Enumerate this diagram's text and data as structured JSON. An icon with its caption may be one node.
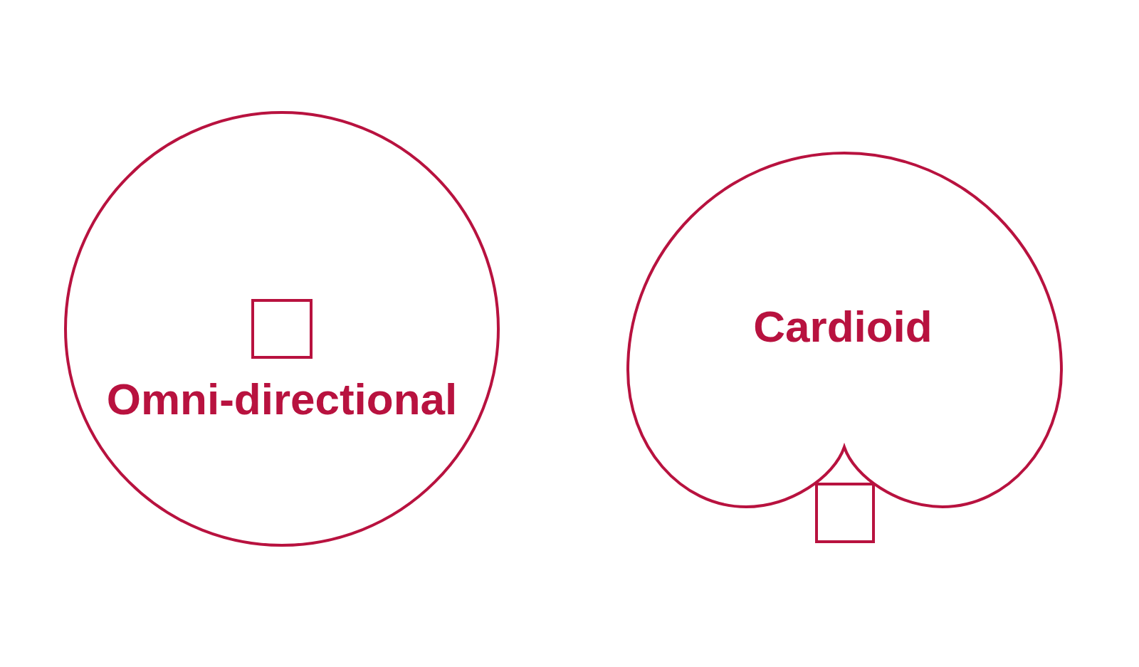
{
  "diagram": {
    "nodes": [
      {
        "text": [
          "Omni-directional"
        ]
      },
      {
        "text": [],
        "shape": "box",
        "in": 0
      },
      {
        "text": [
          "Cardioid"
        ]
      },
      {
        "text": [],
        "shape": "box"
      }
    ]
  }
}
